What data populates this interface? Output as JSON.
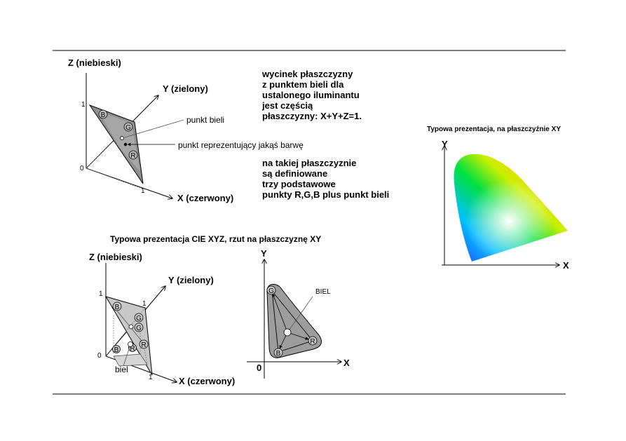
{
  "top_diagram": {
    "z_axis": "Z (niebieski)",
    "y_axis": "Y (zielony)",
    "x_axis": "X (czerwony)",
    "tick_z": "1",
    "tick_origin": "0",
    "tick_x": "1",
    "label_white_point": "punkt bieli",
    "label_color_point": "punkt reprezentujący jakąś barwę",
    "vertex_b": "B",
    "vertex_g": "G",
    "vertex_r": "R"
  },
  "note1": {
    "lines": [
      "wycinek płaszczyzny",
      "z punktem bieli dla",
      "ustalonego iluminantu",
      "jest częścią",
      "płaszczyzny:  X+Y+Z=1."
    ]
  },
  "note2": {
    "lines": [
      "na takiej płaszczyznie",
      "są definiowane",
      "trzy podstawowe",
      "punkty R,G,B plus punkt bieli"
    ]
  },
  "cie_plot": {
    "caption": "Typowa prezentacja, na płaszczyźnie XY",
    "y_axis": "Y",
    "x_axis": "X"
  },
  "bottom_caption": "Typowa prezentacja CIE XYZ, rzut na płaszczyznę XY",
  "bottom_left": {
    "z_axis": "Z (niebieski)",
    "y_axis": "Y (zielony)",
    "x_axis": "X (czerwony)",
    "tick_z": "1",
    "tick_y": "1",
    "tick_origin": "0",
    "tick_x": "1",
    "label_white": "biel",
    "vertex_b": "B",
    "vertex_g": "G",
    "vertex_r": "R",
    "vertex_b2": "B",
    "vertex_g2": "G",
    "vertex_r2": "R"
  },
  "bottom_right": {
    "y_axis": "Y",
    "x_axis": "X",
    "tick_origin": "0",
    "label_white": "BIEL",
    "vertex_g": "G",
    "vertex_b": "B",
    "vertex_r": "R"
  }
}
